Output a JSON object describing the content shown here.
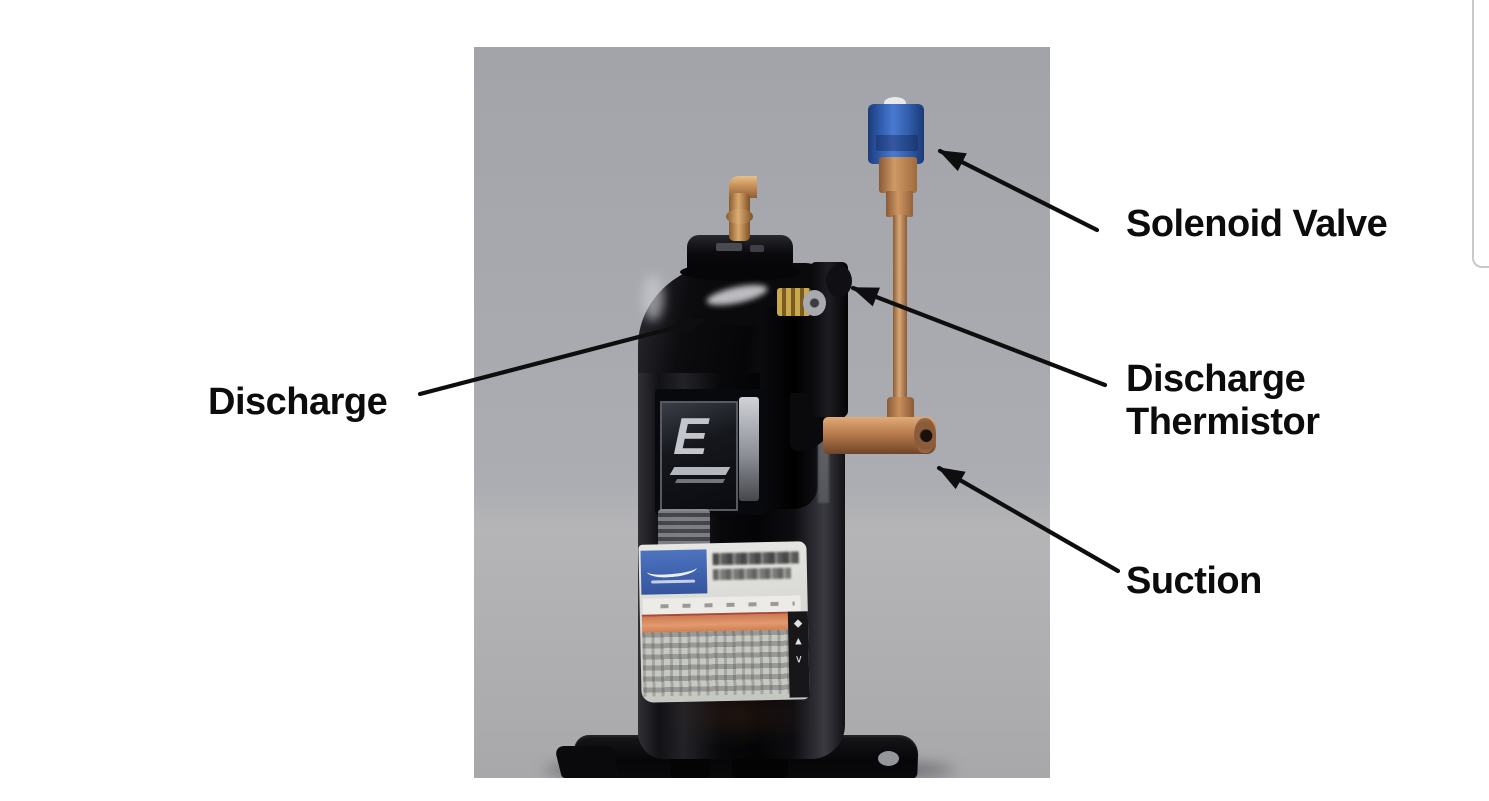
{
  "annotations": {
    "discharge": "Discharge",
    "solenoid_valve": "Solenoid Valve",
    "discharge_thermistor": [
      "Discharge",
      "Thermistor"
    ],
    "suction": "Suction"
  },
  "photo": {
    "subject": "Black scroll compressor on gray backdrop with copper discharge line, blue solenoid valve, discharge thermistor bracket and suction stub",
    "terminal_box_logo_letter": "E",
    "label_side_marks": [
      "◆",
      "▲",
      "∨"
    ]
  },
  "colors": {
    "page_background": "#ffffff",
    "photo_background": "#a9abb1",
    "annotation_text": "#0c0c0c",
    "arrow": "#0e0e0e",
    "solenoid_valve_blue": "#3a66b8",
    "copper_pipe": "#c89058",
    "brass_fitting": "#c9a84e",
    "label_logo_blue": "#4066ae",
    "label_band_orange": "#d88a5e"
  }
}
